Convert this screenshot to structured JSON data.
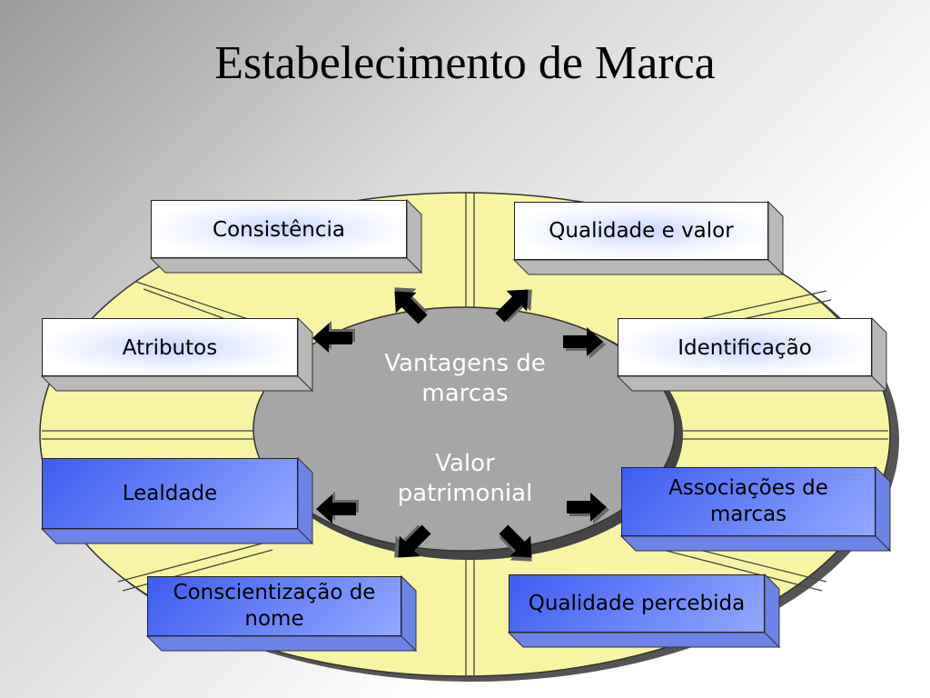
{
  "title": "Estabelecimento de Marca",
  "center": {
    "line1": "Vantagens de",
    "line2": "marcas",
    "line3": "Valor",
    "line4": "patrimonial"
  },
  "nodes": {
    "consistencia": "Consistência",
    "qualidade_valor": "Qualidade e valor",
    "atributos": "Atributos",
    "identificacao": "Identificação",
    "lealdade": "Lealdade",
    "associacoes_1": "Associações de",
    "associacoes_2": "marcas",
    "conscientizacao_1": "Conscientização de",
    "conscientizacao_2": "nome",
    "qualidade_percebida": "Qualidade percebida"
  },
  "colors": {
    "outer_ellipse": "#f7f5a3",
    "inner_ellipse": "#a6a6a6",
    "box_white": "#ffffff",
    "box_blue": "#4f6ef5",
    "arrow": "#000000",
    "center_text": "#ffffff"
  }
}
